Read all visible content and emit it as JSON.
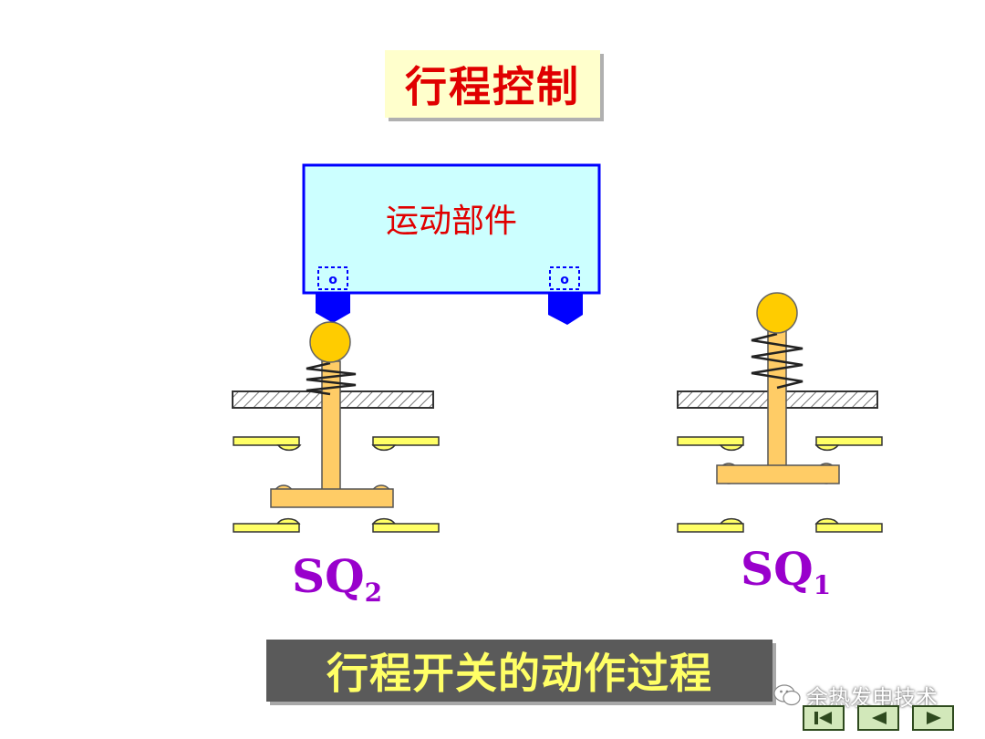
{
  "title": "行程控制",
  "moving_part_label": "运动部件",
  "switches": {
    "left": {
      "main": "SQ",
      "sub": "2"
    },
    "right": {
      "main": "SQ",
      "sub": "1"
    }
  },
  "caption": "行程开关的动作过程",
  "watermark": "余热发电技术",
  "nav": {
    "first_icon": "skip-to-first-icon",
    "prev_icon": "previous-icon",
    "next_icon": "next-icon"
  },
  "colors": {
    "title_text": "#e00000",
    "title_bg": "#ffffcc",
    "moving_part_fill": "#ccffff",
    "moving_part_border": "#0000ff",
    "roller": "#ffcc00",
    "stem": "#ffcc66",
    "contact": "#ffff66",
    "label": "#9900cc",
    "caption_bg": "#5a5a5a",
    "caption_text": "#ffff66"
  }
}
